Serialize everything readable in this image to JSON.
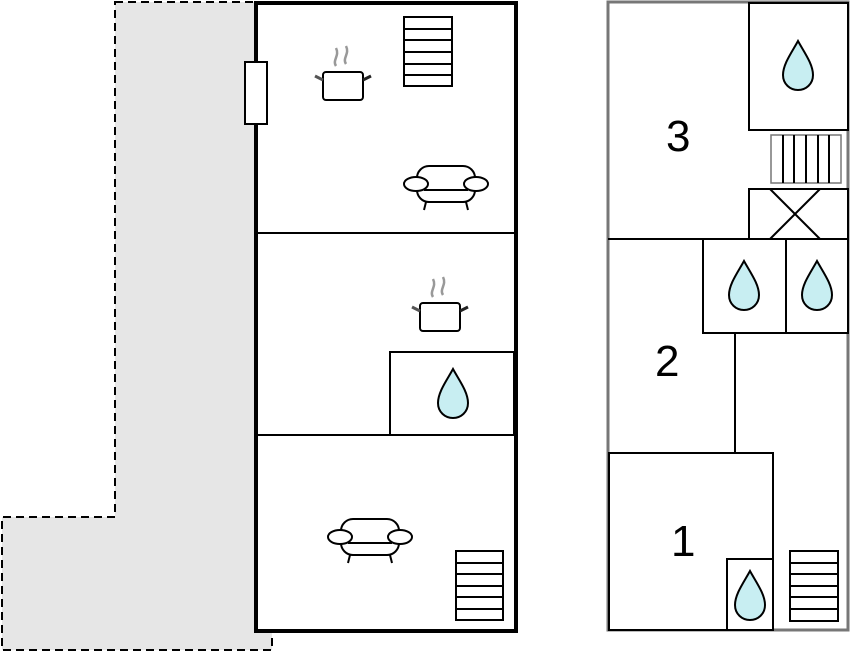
{
  "floor_plan": {
    "colors": {
      "terrace_fill": "#e6e6e6",
      "wall": "#000000",
      "upper_floor_wall": "#777777",
      "water_drop": "#c8eef2"
    },
    "ground_floor": {
      "rooms": [
        {
          "name": "kitchen-living",
          "icons": [
            "cooking-pot-icon",
            "sofa-icon",
            "stairs-icon"
          ]
        },
        {
          "name": "kitchen-bath",
          "icons": [
            "cooking-pot-icon",
            "water-drop-icon"
          ]
        },
        {
          "name": "living",
          "icons": [
            "sofa-icon",
            "stairs-icon"
          ]
        }
      ]
    },
    "upper_floor": {
      "bedrooms": [
        {
          "label": "3"
        },
        {
          "label": "2"
        },
        {
          "label": "1"
        }
      ],
      "bathroom_count": 4
    }
  }
}
